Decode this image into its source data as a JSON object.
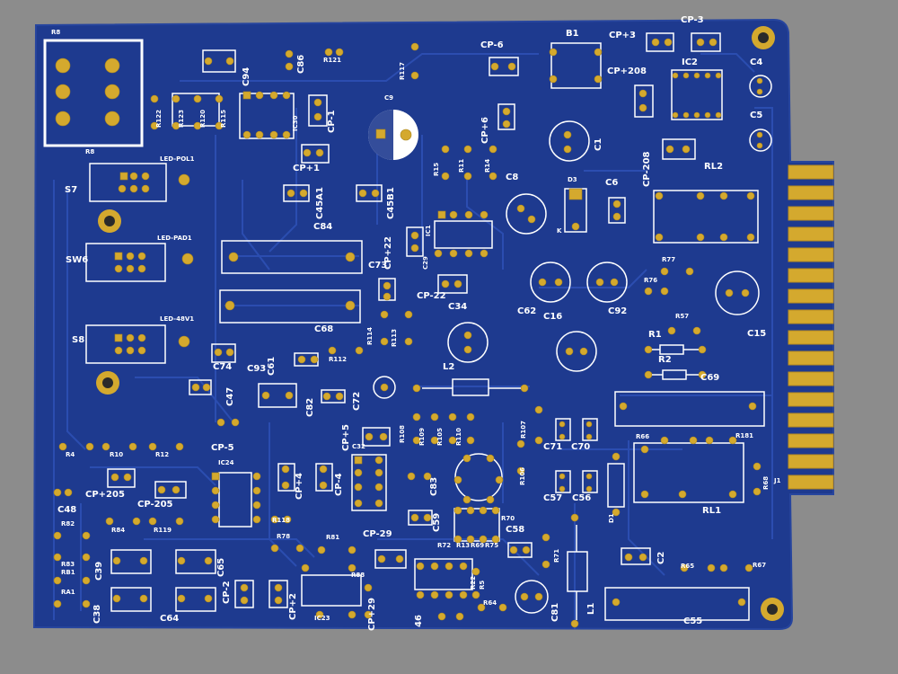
{
  "colors": {
    "background": "#8c8c8c",
    "board": "#1e3a8f",
    "trace": "#2d50b4",
    "silkscreen": "#ffffff",
    "copper_pad": "#d4a92e",
    "hole": "#2a2a2a"
  },
  "board": {
    "edge_connector_label": "J1"
  },
  "labels": {
    "r8_top": "R8",
    "r8_bottom": "R8",
    "s7": "S7",
    "sw6": "SW6",
    "s8": "S8",
    "led_pol1": "LED-POL1",
    "led_pad1": "LED-PAD1",
    "led_48v1": "LED-48V1",
    "c94": "C94",
    "c86": "C86",
    "r121": "R121",
    "r117": "R117",
    "r122": "R122",
    "r123": "R123",
    "r120": "R120",
    "r115": "R115",
    "ic30": "IC30",
    "cp_1": "CP-1",
    "cp1": "CP+1",
    "c9": "C9",
    "cp_6": "CP-6",
    "b1": "B1",
    "cp3": "CP+3",
    "cp_3": "CP-3",
    "cp208": "CP+208",
    "ic2": "IC2",
    "c4": "C4",
    "c5": "C5",
    "cp6": "CP+6",
    "c1": "C1",
    "cp_208": "CP-208",
    "rl2": "RL2",
    "r15": "R15",
    "r11": "R11",
    "r14": "R14",
    "c8": "C8",
    "d3": "D3",
    "c6": "C6",
    "k": "K",
    "c45a1": "C45A1",
    "c45b1": "C45B1",
    "c84": "C84",
    "ic1": "IC1",
    "cp22": "CP+22",
    "c73": "C73",
    "c29": "C29",
    "cp_22": "CP-22",
    "c34": "C34",
    "r77": "R77",
    "r76": "R76",
    "c62": "C62",
    "c16": "C16",
    "c92": "C92",
    "c15": "C15",
    "c68": "C68",
    "r114": "R114",
    "r113": "R113",
    "r57": "R57",
    "r1": "R1",
    "r2": "R2",
    "c69": "C69",
    "c74": "C74",
    "c93": "C93",
    "c61": "C61",
    "r112": "R112",
    "l2": "L2",
    "c47": "C47",
    "c82": "C82",
    "c72": "C72",
    "cp_5": "CP-5",
    "cp5": "CP+5",
    "c32": "C32",
    "r108": "R108",
    "r109": "R109",
    "r105": "R105",
    "r110": "R110",
    "r107": "R107",
    "c71": "C71",
    "c70": "C70",
    "r66": "R66",
    "r181": "R181",
    "r4": "R4",
    "r10": "R10",
    "r12": "R12",
    "ic24": "IC24",
    "cp_4": "CP-4",
    "cp4": "CP+4",
    "c83": "C83",
    "r106": "R106",
    "c57": "C57",
    "c56": "C56",
    "d1": "D1",
    "rl1": "RL1",
    "r68": "R68",
    "cp205": "CP+205",
    "cp_205": "CP-205",
    "c48": "C48",
    "r82": "R82",
    "r84": "R84",
    "r119": "R119",
    "r118": "R118",
    "c59": "C59",
    "r70": "R70",
    "c58": "C58",
    "r78": "R78",
    "r81": "R81",
    "cp_29": "CP-29",
    "r72": "R72",
    "r13": "R13",
    "r69": "R69",
    "r75": "R75",
    "r71": "R71",
    "c2": "C2",
    "r65": "R65",
    "r67": "R67",
    "r83": "R83",
    "rb1": "RB1",
    "c39": "C39",
    "c65": "C65",
    "cp_2": "CP-2",
    "r88": "R88",
    "r22": "R22",
    "r5": "R5",
    "ra1": "RA1",
    "cp2": "CP+2",
    "cp29": "CP+29",
    "ic23": "IC23",
    "c46": "46",
    "r64": "R64",
    "c81": "C81",
    "l1": "L1",
    "c55": "C55",
    "c38": "C38",
    "c64": "C64"
  }
}
